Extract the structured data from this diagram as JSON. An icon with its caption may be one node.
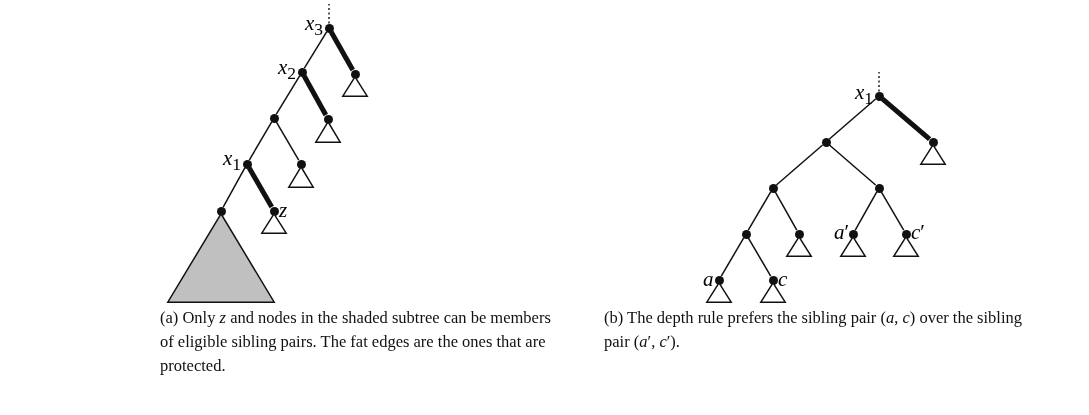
{
  "diagram": {
    "nodes": [
      {
        "text": [],
        "shape": "circle",
        "beside": [
          "*x*$_{3}$"
        ]
      },
      {
        "text": [],
        "shape": "circle",
        "beside": [
          "*x*$_{2}$"
        ]
      },
      {
        "text": [],
        "shape": "circle"
      },
      {
        "text": [],
        "shape": "triangle"
      },
      {
        "text": [],
        "shape": "circle"
      },
      {
        "text": [],
        "shape": "circle"
      },
      {
        "text": [],
        "shape": "triangle"
      },
      {
        "text": [],
        "shape": "circle",
        "beside": [
          "*x*$_{1}$"
        ]
      },
      {
        "text": [],
        "shape": "circle"
      },
      {
        "text": [],
        "shape": "triangle"
      },
      {
        "text": [],
        "shape": "circle"
      },
      {
        "text": [],
        "shape": "circle",
        "beside": [
          "*z*"
        ]
      },
      {
        "text": [],
        "shape": "triangle"
      },
      {
        "text": [],
        "shape": "triangle"
      },
      {
        "text": [],
        "shape": "circle",
        "beside": [
          "*x*$_{1}$"
        ]
      },
      {
        "text": [],
        "shape": "circle"
      },
      {
        "text": [],
        "shape": "circle"
      },
      {
        "text": [],
        "shape": "triangle"
      },
      {
        "text": [],
        "shape": "circle"
      },
      {
        "text": [],
        "shape": "circle"
      },
      {
        "text": [],
        "shape": "circle"
      },
      {
        "text": [],
        "shape": "circle"
      },
      {
        "text": [],
        "shape": "triangle"
      },
      {
        "text": [],
        "shape": "circle",
        "beside": [
          "*a*′"
        ]
      },
      {
        "text": [],
        "shape": "triangle"
      },
      {
        "text": [],
        "shape": "circle",
        "beside": [
          "*c*′"
        ]
      },
      {
        "text": [],
        "shape": "triangle"
      },
      {
        "text": [],
        "shape": "circle",
        "beside": [
          "*a*"
        ]
      },
      {
        "text": [],
        "shape": "triangle"
      },
      {
        "text": [],
        "shape": "circle",
        "beside": [
          "*c*"
        ]
      },
      {
        "text": [],
        "shape": "triangle"
      }
    ],
    "edges": [
      {
        "from": 0,
        "to": null,
        "arrow": "none",
        "style": "dashed"
      },
      {
        "from": 0,
        "to": 1,
        "arrow": "none"
      },
      {
        "from": 0,
        "to": 2,
        "arrow": "none",
        "style": "thick"
      },
      {
        "from": 1,
        "to": 4,
        "arrow": "none"
      },
      {
        "from": 1,
        "to": 5,
        "arrow": "none",
        "style": "thick"
      },
      {
        "from": 4,
        "to": 7,
        "arrow": "none"
      },
      {
        "from": 4,
        "to": 8,
        "arrow": "none"
      },
      {
        "from": 7,
        "to": 10,
        "arrow": "none"
      },
      {
        "from": 7,
        "to": 11,
        "arrow": "none",
        "style": "thick"
      },
      {
        "from": 14,
        "to": null,
        "arrow": "none",
        "style": "dashed"
      },
      {
        "from": 14,
        "to": 15,
        "arrow": "none"
      },
      {
        "from": 14,
        "to": 16,
        "arrow": "none",
        "style": "thick"
      },
      {
        "from": 15,
        "to": 18,
        "arrow": "none"
      },
      {
        "from": 15,
        "to": 19,
        "arrow": "none"
      },
      {
        "from": 18,
        "to": 20,
        "arrow": "none"
      },
      {
        "from": 18,
        "to": 21,
        "arrow": "none"
      },
      {
        "from": 19,
        "to": 23,
        "arrow": "none"
      },
      {
        "from": 19,
        "to": 25,
        "arrow": "none"
      },
      {
        "from": 20,
        "to": 27,
        "arrow": "none"
      },
      {
        "from": 20,
        "to": 29,
        "arrow": "none"
      }
    ],
    "labels": [
      "(a) Only *z* and nodes in the shaded subtree can be members of eligible sibling pairs. The fat edges are the ones that are protected.",
      "(b) The depth rule prefers the sibling pair (*a*, *c*) over the sibling pair (*a*′, *c*′)."
    ]
  }
}
